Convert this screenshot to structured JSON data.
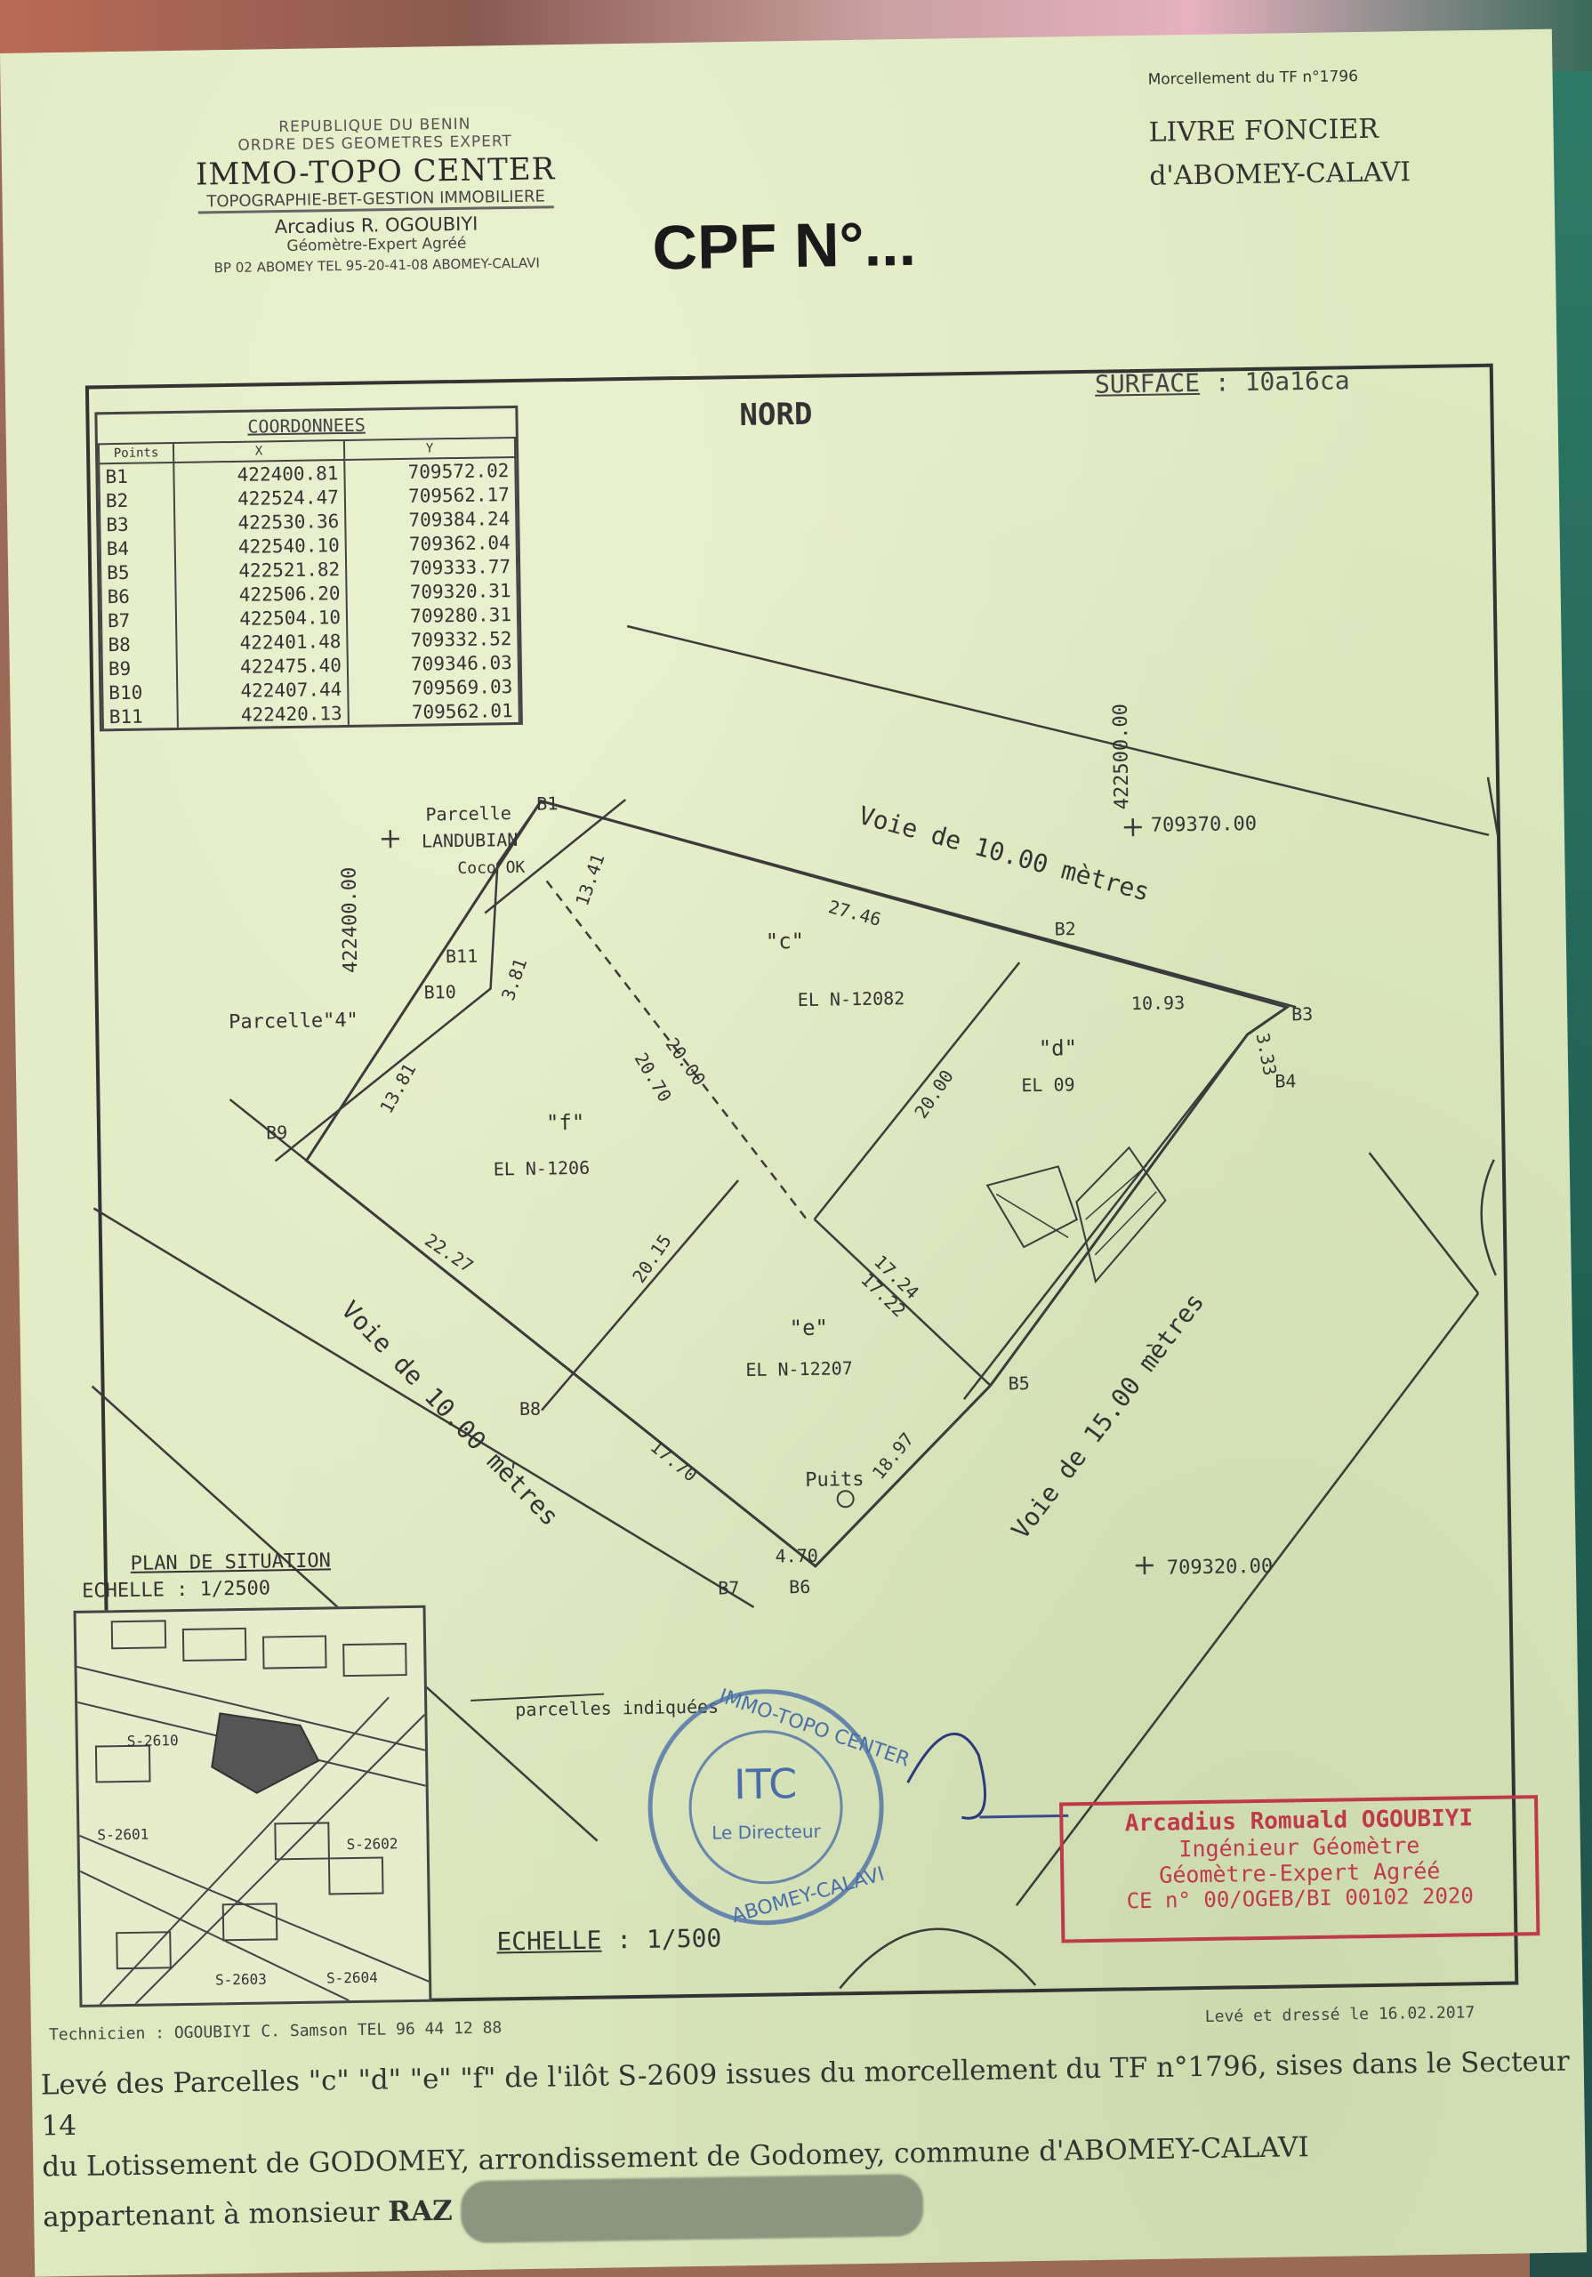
{
  "header": {
    "line1": "REPUBLIQUE DU BENIN",
    "line2": "ORDRE DES GEOMETRES EXPERT",
    "company": "IMMO-TOPO CENTER",
    "tagline": "TOPOGRAPHIE-BET-GESTION IMMOBILIERE",
    "owner": "Arcadius R. OGOUBIYI",
    "role": "Géomètre-Expert Agréé",
    "address": "BP 02 ABOMEY TEL 95-20-41-08 ABOMEY-CALAVI"
  },
  "cpf_title": "CPF N°...",
  "header_right": {
    "morcellement": "Morcellement du TF n°1796",
    "livre": "LIVRE FONCIER",
    "place": "d'ABOMEY-CALAVI"
  },
  "north_label": "NORD",
  "surface": {
    "label": "SURFACE",
    "value": ": 10a16ca"
  },
  "coordinates": {
    "title": "COORDONNEES",
    "headers": [
      "Points",
      "X",
      "Y"
    ],
    "rows": [
      {
        "pt": "B1",
        "x": "422400.81",
        "y": "709572.02"
      },
      {
        "pt": "B2",
        "x": "422524.47",
        "y": "709562.17"
      },
      {
        "pt": "B3",
        "x": "422530.36",
        "y": "709384.24"
      },
      {
        "pt": "B4",
        "x": "422540.10",
        "y": "709362.04"
      },
      {
        "pt": "B5",
        "x": "422521.82",
        "y": "709333.77"
      },
      {
        "pt": "B6",
        "x": "422506.20",
        "y": "709320.31"
      },
      {
        "pt": "B7",
        "x": "422504.10",
        "y": "709280.31"
      },
      {
        "pt": "B8",
        "x": "422401.48",
        "y": "709332.52"
      },
      {
        "pt": "B9",
        "x": "422475.40",
        "y": "709346.03"
      },
      {
        "pt": "B10",
        "x": "422407.44",
        "y": "709569.03"
      },
      {
        "pt": "B11",
        "x": "422420.13",
        "y": "709562.01"
      }
    ]
  },
  "plan_labels": {
    "parcelle_top": "Parcelle",
    "parcelle_top2": "LANDUBIAN",
    "parcelle_top3": "Coco OK",
    "parcelle_4": "Parcelle\"4\"",
    "coord_y_left": "422400.00",
    "coord_y_top": "422500.00",
    "coord_x_top": "709370.00",
    "coord_x_bottom": "709320.00",
    "voie_top": "Voie de 10.00 mètres",
    "voie_left": "Voie de 10.00 mètres",
    "voie_right": "Voie de 15.00 mètres",
    "lot_c": "\"c\"",
    "lot_d": "\"d\"",
    "lot_e": "\"e\"",
    "lot_f": "\"f\"",
    "lot_c_el": "EL N-12082",
    "lot_f_el": "EL N-1206",
    "lot_e_el": "EL N-12207",
    "lot_d_el": "EL 09",
    "puits": "Puits",
    "dim_1": "27.46",
    "dim_2": "10.93",
    "dim_3": "3.33",
    "dim_4": "13.41",
    "dim_5": "3.81",
    "dim_6": "13.81",
    "dim_7": "20.70",
    "dim_8": "20.00",
    "dim_9": "20.00",
    "dim_10": "22.27",
    "dim_11": "17.24",
    "dim_12": "17.22",
    "dim_13": "20.15",
    "dim_14": "17.70",
    "dim_15": "18.97",
    "dim_16": "4.70",
    "pt_b1": "B1",
    "pt_b2": "B2",
    "pt_b3": "B3",
    "pt_b4": "B4",
    "pt_b5": "B5",
    "pt_b6": "B6",
    "pt_b7": "B7",
    "pt_b8": "B8",
    "pt_b9": "B9",
    "pt_b10": "B10",
    "pt_b11": "B11"
  },
  "situation": {
    "title": "PLAN DE SITUATION",
    "scale": "ECHELLE : 1/2500",
    "pointer_label": "parcelles indiquées",
    "s1": "S-2601",
    "s2": "S-2602",
    "s3": "S-2603",
    "s4": "S-2604",
    "s5": "S-2610"
  },
  "round_stamp": {
    "center": "ITC",
    "ring_top": "IMMO-TOPO CENTER",
    "ring_bottom": "ABOMEY-CALAVI",
    "sub": "Le Directeur"
  },
  "red_stamp": {
    "name": "Arcadius Romuald OGOUBIYI",
    "line2": "Ingénieur Géomètre",
    "line3": "Géomètre-Expert Agréé",
    "line4": "CE n° 00/OGEB/BI 00102 2020"
  },
  "scale": {
    "label": "ECHELLE",
    "value": ": 1/500"
  },
  "footer_left": "Technicien : OGOUBIYI C. Samson  TEL 96 44 12 88",
  "footer_right": "Levé et dressé le 16.02.2017",
  "footer_text": {
    "line1": "Levé des Parcelles \"c\" \"d\" \"e\" \"f\" de l'ilôt S-2609 issues du morcellement du TF n°1796, sises dans le Secteur 14",
    "line2": "du Lotissement de GODOMEY, arrondissement de Godomey, commune d'ABOMEY-CALAVI",
    "line3_prefix": "appartenant à monsieur",
    "owner_visible": "RAZ"
  }
}
